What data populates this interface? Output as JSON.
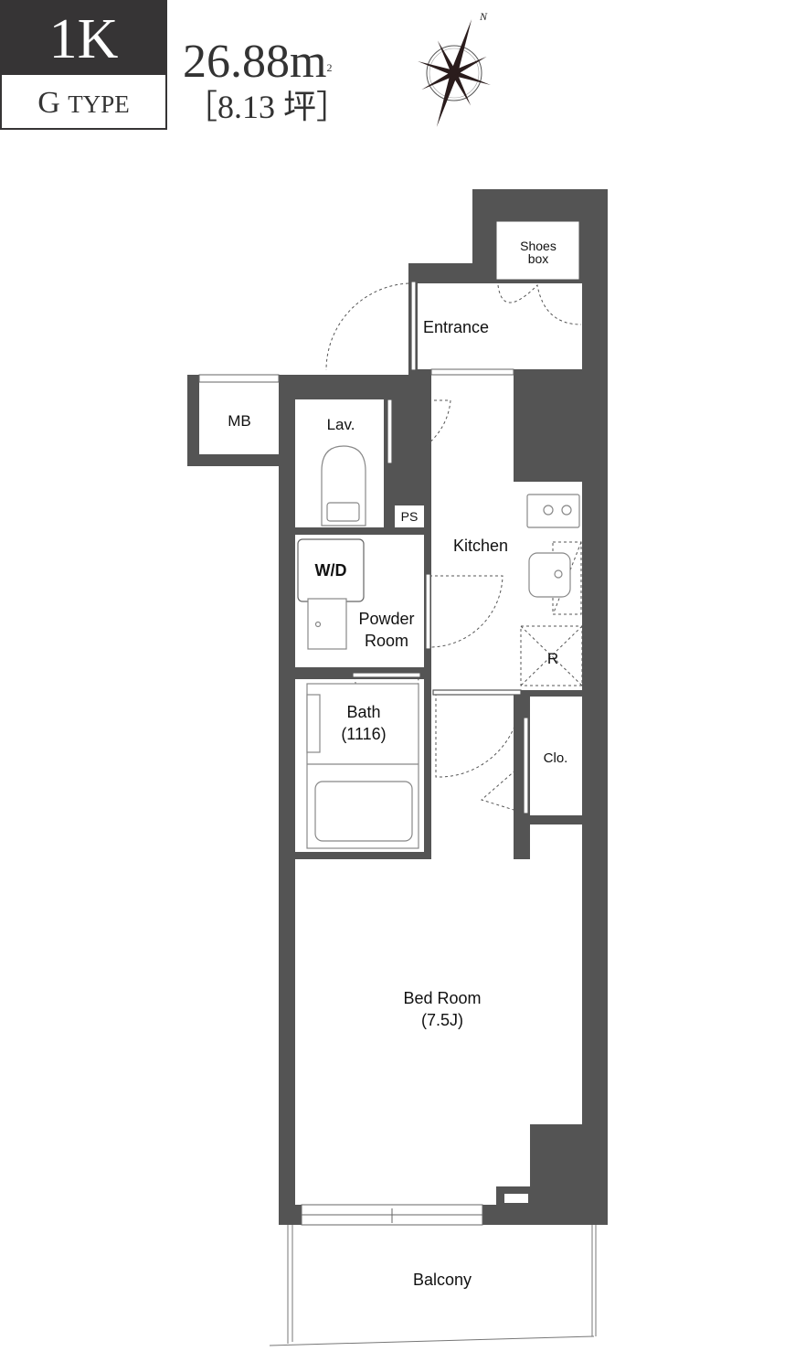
{
  "header": {
    "layout": "1K",
    "type_letter": "G",
    "type_word": "TYPE",
    "area_sqm": "26.88m",
    "area_unit_sup": "2",
    "area_tsubo": "［8.13 坪］",
    "compass_label": "N"
  },
  "rooms": {
    "shoes_box_1": "Shoes",
    "shoes_box_2": "box",
    "entrance": "Entrance",
    "mb": "MB",
    "lav": "Lav.",
    "ps": "PS",
    "kitchen": "Kitchen",
    "wd": "W/D",
    "powder_1": "Powder",
    "powder_2": "Room",
    "refrigerator": "R",
    "bath_1": "Bath",
    "bath_2": "(1116)",
    "closet": "Clo.",
    "bedroom_1": "Bed Room",
    "bedroom_2": "(7.5J)",
    "balcony": "Balcony"
  },
  "colors": {
    "wall": "#545454",
    "badge": "#363435"
  }
}
